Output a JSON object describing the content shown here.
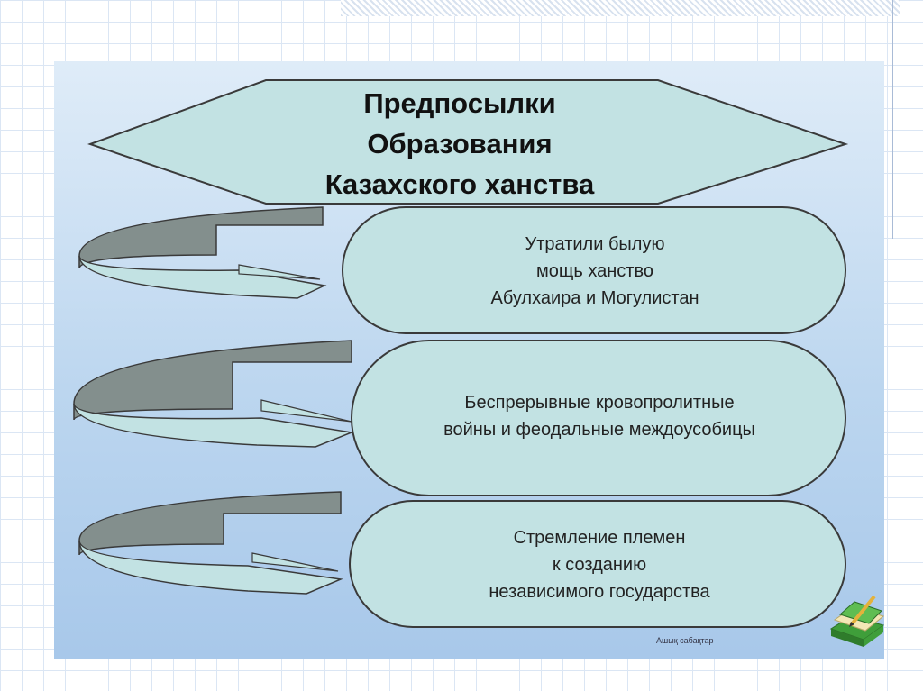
{
  "title_lines": [
    "Предпосылки",
    "Образования",
    "Казахского ханства"
  ],
  "items": [
    {
      "lines": [
        "Утратили былую",
        "мощь ханство",
        "Абулхаира и Могулистан"
      ]
    },
    {
      "lines": [
        "Беспрерывные кровопролитные",
        "войны и феодальные междоусобицы"
      ]
    },
    {
      "lines": [
        "Стремление племен",
        "к созданию",
        "независимого государства"
      ]
    }
  ],
  "footer": "Ашық сабақтар",
  "colors": {
    "shape_fill": "#c2e2e3",
    "arrow_dark": "#838f8d",
    "outline": "#3a3a3a",
    "background_top": "#dfecf8",
    "background_bottom": "#a8c8ea"
  },
  "icons": [
    "curved-arrow-icon",
    "book-pencil-icon"
  ]
}
